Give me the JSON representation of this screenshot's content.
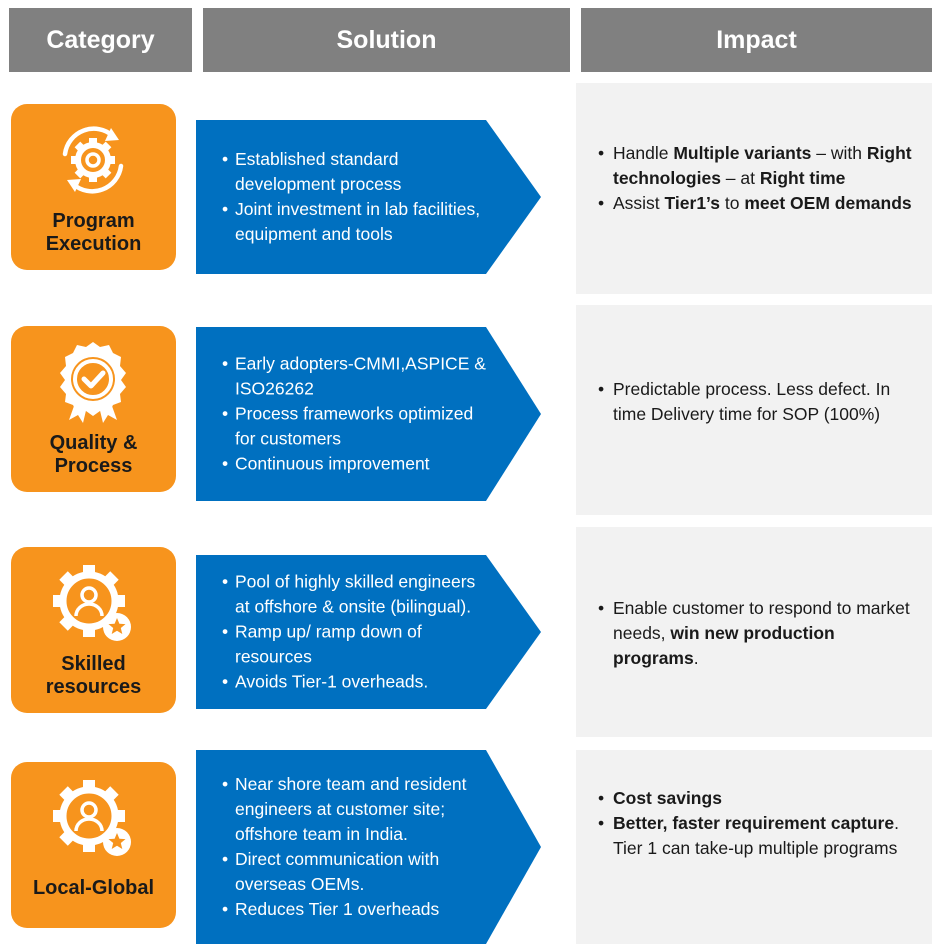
{
  "headers": {
    "category": "Category",
    "solution": "Solution",
    "impact": "Impact"
  },
  "colors": {
    "header": "#808080",
    "category": "#f7941d",
    "solution": "#0070c0",
    "impact": "#f2f2f2"
  },
  "rows": [
    {
      "category": "Program\nExecution",
      "icon": "gear-cycle-icon",
      "solution": [
        "Established standard development process",
        "Joint investment in lab facilities, equipment and tools"
      ],
      "impact": [
        [
          {
            "t": "Handle ",
            "b": false
          },
          {
            "t": "Multiple variants",
            "b": true
          },
          {
            "t": " – with ",
            "b": false
          },
          {
            "t": "Right technologies",
            "b": true
          },
          {
            "t": " – at ",
            "b": false
          },
          {
            "t": "Right time",
            "b": true
          }
        ],
        [
          {
            "t": "Assist ",
            "b": false
          },
          {
            "t": "Tier1’s",
            "b": true
          },
          {
            "t": " to ",
            "b": false
          },
          {
            "t": "meet OEM demands",
            "b": true
          }
        ]
      ]
    },
    {
      "category": "Quality &\nProcess",
      "icon": "badge-check-icon",
      "solution": [
        "Early adopters-CMMI,ASPICE & ISO26262",
        "Process frameworks optimized for customers",
        "Continuous improvement"
      ],
      "impact": [
        [
          {
            "t": "Predictable process. Less defect. In time Delivery time for SOP (100%)",
            "b": false
          }
        ]
      ]
    },
    {
      "category": "Skilled\nresources",
      "icon": "gear-person-star-icon",
      "solution": [
        "Pool of highly skilled engineers at offshore & onsite (bilingual).",
        "Ramp up/ ramp down of resources",
        "Avoids Tier-1 overheads."
      ],
      "impact": [
        [
          {
            "t": "Enable customer to respond to market needs, ",
            "b": false
          },
          {
            "t": "win new production programs",
            "b": true
          },
          {
            "t": ".",
            "b": false
          }
        ]
      ]
    },
    {
      "category": "Local-Global",
      "icon": "gear-person-star-icon",
      "solution": [
        "Near shore team and resident engineers at customer site; offshore team in India.",
        "Direct communication with overseas OEMs.",
        "Reduces Tier 1 overheads"
      ],
      "impact": [
        [
          {
            "t": "Cost savings",
            "b": true
          }
        ],
        [
          {
            "t": "Better, faster requirement capture",
            "b": true
          },
          {
            "t": ". Tier 1 can take-up multiple programs",
            "b": false
          }
        ]
      ]
    }
  ]
}
